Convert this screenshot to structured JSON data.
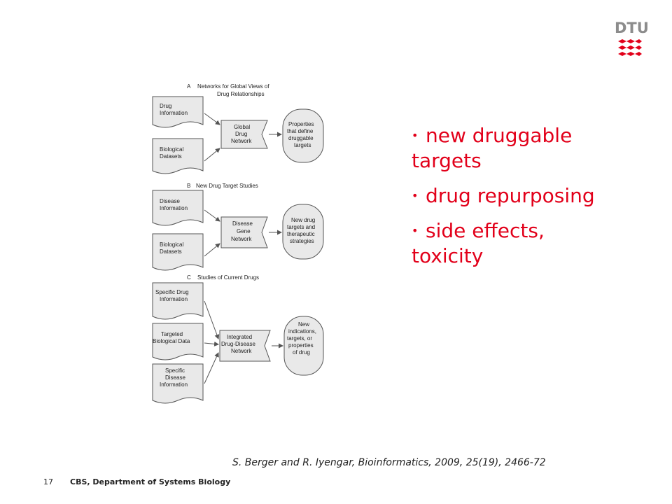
{
  "logo": {
    "text": "DTU"
  },
  "figure": {
    "section_a": {
      "label": "A",
      "title_line1": "Networks for Global Views of",
      "title_line2": "Drug Relationships",
      "input1": [
        "Drug",
        "Information"
      ],
      "input2": [
        "Biological",
        "Datasets"
      ],
      "network": [
        "Global",
        "Drug",
        "Network"
      ],
      "output": [
        "Properties",
        "that define",
        "druggable",
        "targets"
      ]
    },
    "section_b": {
      "label": "B",
      "title_line1": "New Drug Target Studies",
      "input1": [
        "Disease",
        "Information"
      ],
      "input2": [
        "Biological",
        "Datasets"
      ],
      "network": [
        "Disease",
        "Gene",
        "Network"
      ],
      "output": [
        "New drug",
        "targets and",
        "therapeutic",
        "strategies"
      ]
    },
    "section_c": {
      "label": "C",
      "title_line1": "Studies of Current Drugs",
      "input1": [
        "Specific Drug",
        "Information"
      ],
      "input2": [
        "Targeted",
        "Biological Data"
      ],
      "input3": [
        "Specific",
        "Disease",
        "Information"
      ],
      "network": [
        "Integrated",
        "Drug-Disease",
        "Network"
      ],
      "output": [
        "New",
        "indications,",
        "targets, or",
        "properties",
        "of drug"
      ]
    }
  },
  "bullets": [
    {
      "text": "new druggable targets"
    },
    {
      "text": "drug repurposing"
    },
    {
      "text": "side effects, toxicity"
    }
  ],
  "citation": "S. Berger and R. Iyengar, Bioinformatics, 2009, 25(19), 2466-72",
  "footer": {
    "page_number": "17",
    "department": "CBS, Department of Systems Biology"
  }
}
